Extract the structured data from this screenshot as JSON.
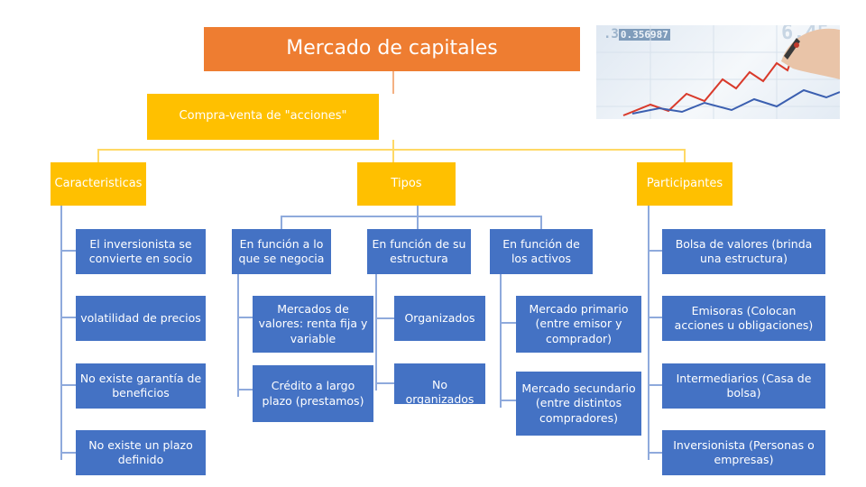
{
  "title": "Mercado de capitales",
  "subtitle": "Compra-venta de \"acciones\"",
  "photo": {
    "overlay_text": "0.356987",
    "overlay_text_prefix": ".3",
    "overlay_text_right": "6.45"
  },
  "categories": {
    "caracteristicas": "Caracteristicas",
    "tipos": "Tipos",
    "participantes": "Participantes"
  },
  "caracteristicas": [
    "El inversionista se convierte en socio",
    "volatilidad de precios",
    "No existe garantía de beneficios",
    "No existe un plazo definido"
  ],
  "tipos": {
    "negocia": {
      "label": "En función a lo que se negocia",
      "items": [
        "Mercados de valores: renta fija y variable",
        "Crédito a largo plazo (prestamos)"
      ]
    },
    "estructura": {
      "label": "En función de su estructura",
      "items": [
        "Organizados",
        "No organizados"
      ]
    },
    "activos": {
      "label": "En función de los activos",
      "items": [
        "Mercado primario (entre emisor y comprador)",
        "Mercado secundario (entre distintos compradores)"
      ]
    }
  },
  "participantes": [
    "Bolsa de valores (brinda una estructura)",
    "Emisoras (Colocan acciones u obligaciones)",
    "Intermediarios (Casa de bolsa)",
    "Inversionista (Personas o empresas)"
  ],
  "colors": {
    "orange": "#ee7d31",
    "yellow": "#ffc000",
    "blue": "#4472c4",
    "connector_orange": "#f4b183",
    "connector_yellow": "#ffd966",
    "connector_blue": "#8faadc"
  }
}
